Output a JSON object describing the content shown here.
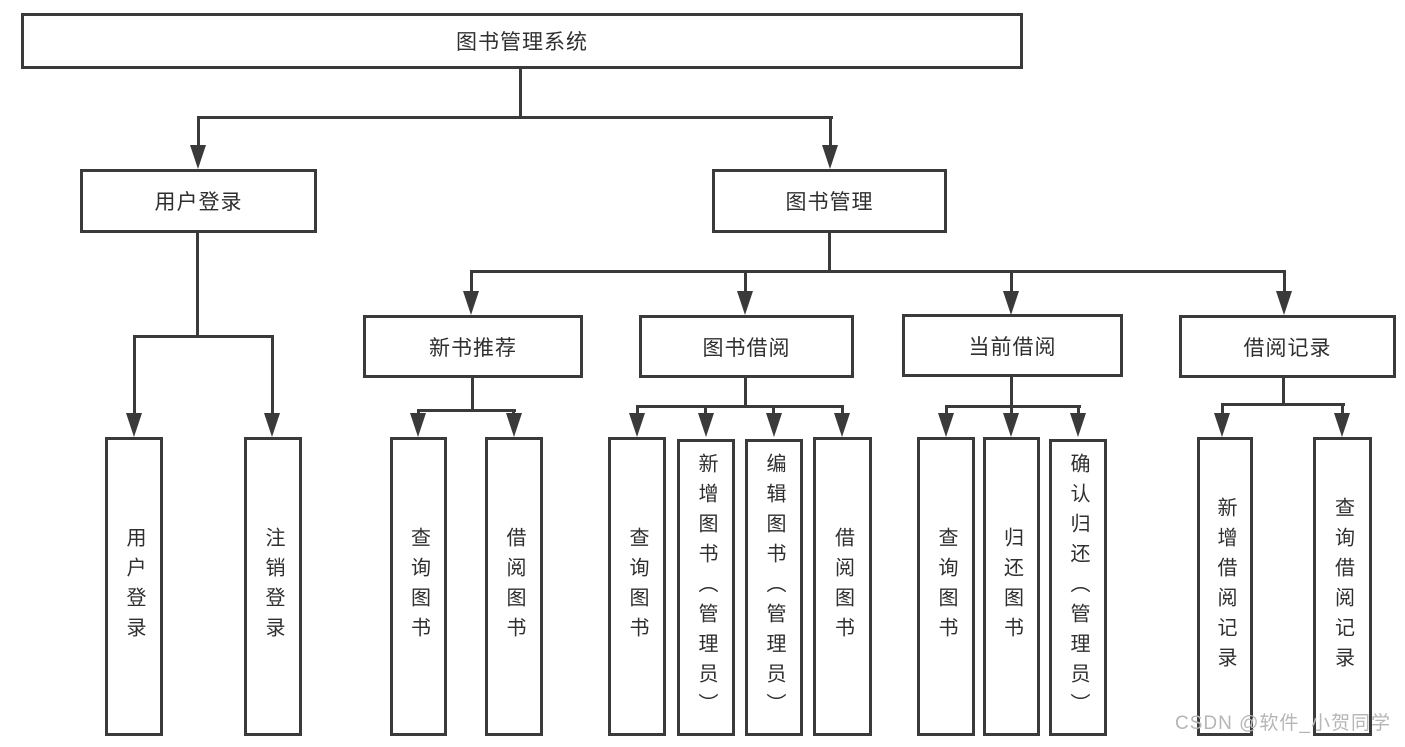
{
  "diagram": {
    "title": "图书管理系统",
    "level2": [
      {
        "label": "用户登录"
      },
      {
        "label": "图书管理"
      }
    ],
    "level3": [
      {
        "label": "新书推荐"
      },
      {
        "label": "图书借阅"
      },
      {
        "label": "当前借阅"
      },
      {
        "label": "借阅记录"
      }
    ],
    "leaves": {
      "login": [
        "用户登录",
        "注销登录"
      ],
      "newbook": [
        "查询图书",
        "借阅图书"
      ],
      "borrow": [
        "查询图书",
        "新增图书（管理员）",
        "编辑图书（管理员）",
        "借阅图书"
      ],
      "current": [
        "查询图书",
        "归还图书",
        "确认归还（管理员）"
      ],
      "record": [
        "新增借阅记录",
        "查询借阅记录"
      ]
    }
  },
  "colors": {
    "line": "#3a3a3a",
    "watermark": "#b6b6b6"
  },
  "watermark": "CSDN @软件_小贺同学"
}
